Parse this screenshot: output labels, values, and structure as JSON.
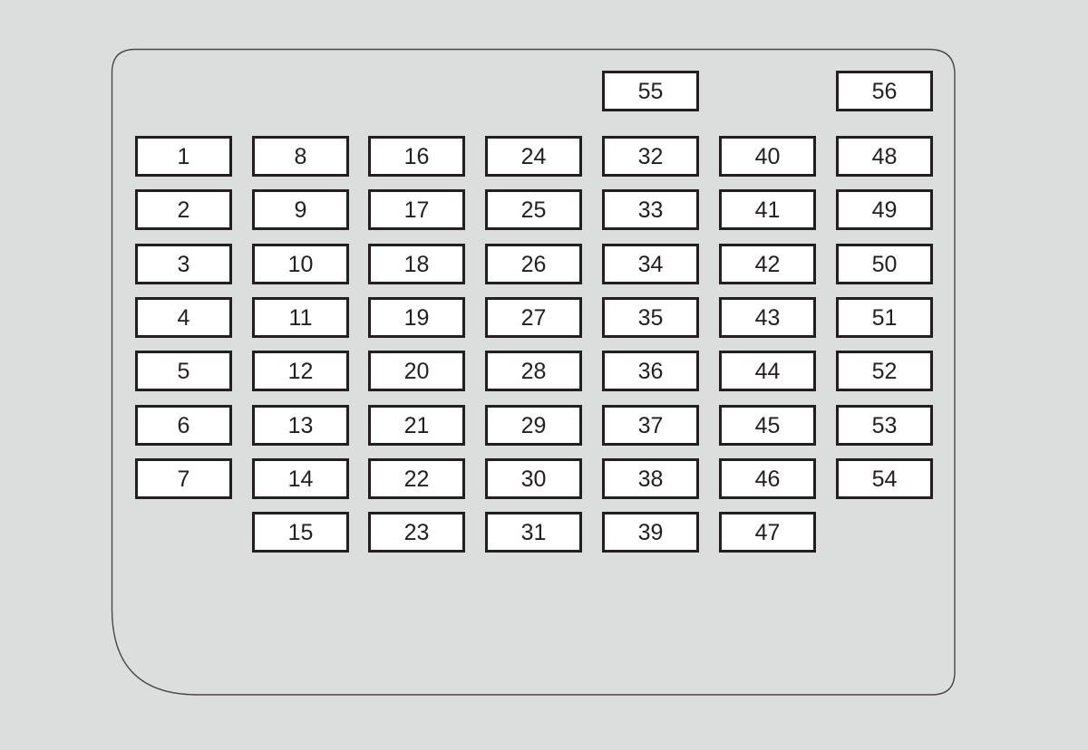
{
  "diagram": {
    "type": "fuse-box-layout",
    "background_color": "#dcdedd",
    "panel_outline_color": "#4a4546",
    "fuse_border_color": "#231f20",
    "fuses": [
      {
        "label": "55",
        "col": 4,
        "row": -1
      },
      {
        "label": "56",
        "col": 6,
        "row": -1
      },
      {
        "label": "1",
        "col": 0,
        "row": 0
      },
      {
        "label": "2",
        "col": 0,
        "row": 1
      },
      {
        "label": "3",
        "col": 0,
        "row": 2
      },
      {
        "label": "4",
        "col": 0,
        "row": 3
      },
      {
        "label": "5",
        "col": 0,
        "row": 4
      },
      {
        "label": "6",
        "col": 0,
        "row": 5
      },
      {
        "label": "7",
        "col": 0,
        "row": 6
      },
      {
        "label": "8",
        "col": 1,
        "row": 0
      },
      {
        "label": "9",
        "col": 1,
        "row": 1
      },
      {
        "label": "10",
        "col": 1,
        "row": 2
      },
      {
        "label": "11",
        "col": 1,
        "row": 3
      },
      {
        "label": "12",
        "col": 1,
        "row": 4
      },
      {
        "label": "13",
        "col": 1,
        "row": 5
      },
      {
        "label": "14",
        "col": 1,
        "row": 6
      },
      {
        "label": "15",
        "col": 1,
        "row": 7
      },
      {
        "label": "16",
        "col": 2,
        "row": 0
      },
      {
        "label": "17",
        "col": 2,
        "row": 1
      },
      {
        "label": "18",
        "col": 2,
        "row": 2
      },
      {
        "label": "19",
        "col": 2,
        "row": 3
      },
      {
        "label": "20",
        "col": 2,
        "row": 4
      },
      {
        "label": "21",
        "col": 2,
        "row": 5
      },
      {
        "label": "22",
        "col": 2,
        "row": 6
      },
      {
        "label": "23",
        "col": 2,
        "row": 7
      },
      {
        "label": "24",
        "col": 3,
        "row": 0
      },
      {
        "label": "25",
        "col": 3,
        "row": 1
      },
      {
        "label": "26",
        "col": 3,
        "row": 2
      },
      {
        "label": "27",
        "col": 3,
        "row": 3
      },
      {
        "label": "28",
        "col": 3,
        "row": 4
      },
      {
        "label": "29",
        "col": 3,
        "row": 5
      },
      {
        "label": "30",
        "col": 3,
        "row": 6
      },
      {
        "label": "31",
        "col": 3,
        "row": 7
      },
      {
        "label": "32",
        "col": 4,
        "row": 0
      },
      {
        "label": "33",
        "col": 4,
        "row": 1
      },
      {
        "label": "34",
        "col": 4,
        "row": 2
      },
      {
        "label": "35",
        "col": 4,
        "row": 3
      },
      {
        "label": "36",
        "col": 4,
        "row": 4
      },
      {
        "label": "37",
        "col": 4,
        "row": 5
      },
      {
        "label": "38",
        "col": 4,
        "row": 6
      },
      {
        "label": "39",
        "col": 4,
        "row": 7
      },
      {
        "label": "40",
        "col": 5,
        "row": 0
      },
      {
        "label": "41",
        "col": 5,
        "row": 1
      },
      {
        "label": "42",
        "col": 5,
        "row": 2
      },
      {
        "label": "43",
        "col": 5,
        "row": 3
      },
      {
        "label": "44",
        "col": 5,
        "row": 4
      },
      {
        "label": "45",
        "col": 5,
        "row": 5
      },
      {
        "label": "46",
        "col": 5,
        "row": 6
      },
      {
        "label": "47",
        "col": 5,
        "row": 7
      },
      {
        "label": "48",
        "col": 6,
        "row": 0
      },
      {
        "label": "49",
        "col": 6,
        "row": 1
      },
      {
        "label": "50",
        "col": 6,
        "row": 2
      },
      {
        "label": "51",
        "col": 6,
        "row": 3
      },
      {
        "label": "52",
        "col": 6,
        "row": 4
      },
      {
        "label": "53",
        "col": 6,
        "row": 5
      },
      {
        "label": "54",
        "col": 6,
        "row": 6
      }
    ]
  }
}
